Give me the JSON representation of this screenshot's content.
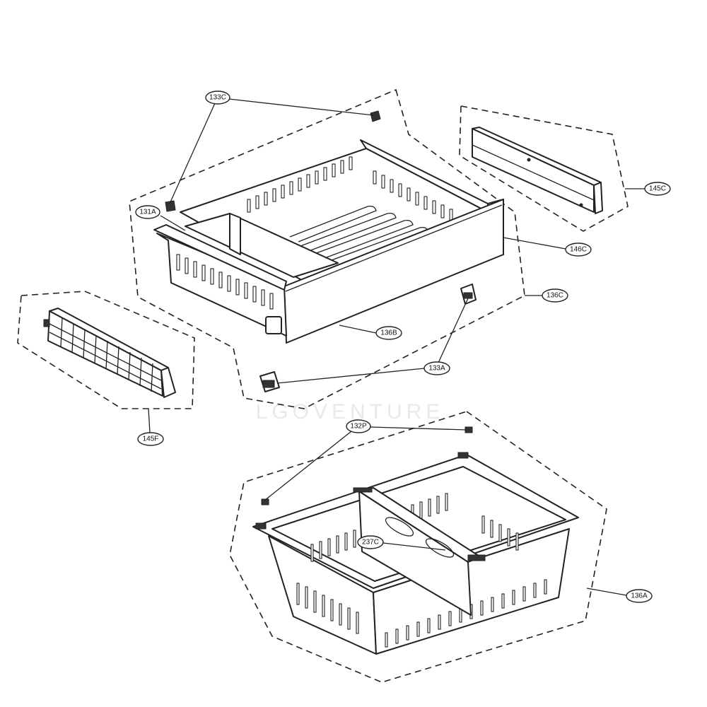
{
  "diagram": {
    "parts": [
      {
        "id": "133C",
        "label": "133C"
      },
      {
        "id": "131A",
        "label": "131A"
      },
      {
        "id": "145C",
        "label": "145C"
      },
      {
        "id": "146C",
        "label": "146C"
      },
      {
        "id": "136C",
        "label": "136C"
      },
      {
        "id": "136B",
        "label": "136B"
      },
      {
        "id": "133A",
        "label": "133A"
      },
      {
        "id": "145F",
        "label": "145F"
      },
      {
        "id": "132P",
        "label": "132P"
      },
      {
        "id": "237C",
        "label": "237C"
      },
      {
        "id": "136A",
        "label": "136A"
      }
    ],
    "watermark": "LGOVENTURE"
  }
}
